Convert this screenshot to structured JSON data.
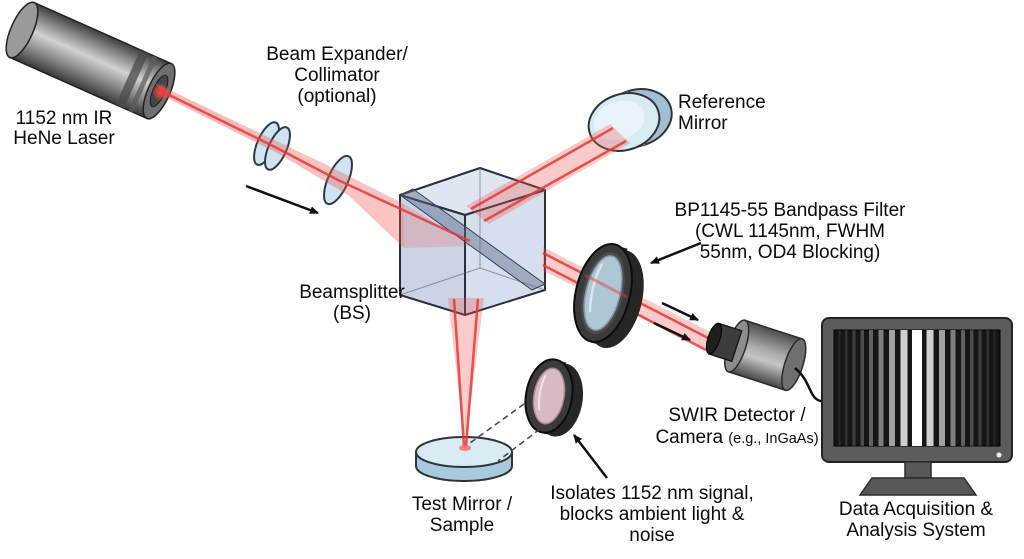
{
  "figure": {
    "type": "optical-setup-diagram",
    "background": "#ffffff",
    "colors": {
      "beam": "#e53935",
      "optic_glass": "#cfe4f0",
      "filter_glass_blue": "#bdd7e8",
      "filter_glass_pink": "#e6c6cd",
      "metal": "#8a8a8a",
      "mount_dark": "#3a3a3a"
    },
    "labels": {
      "laser": {
        "line1": "1152 nm IR",
        "line2": "HeNe Laser"
      },
      "expander": {
        "line1": "Beam Expander/",
        "line2": "Collimator",
        "line3": "(optional)"
      },
      "reference_mirror": {
        "line1": "Reference",
        "line2": "Mirror"
      },
      "bandpass": {
        "line1": "BP1145-55 Bandpass Filter",
        "line2": "(CWL 1145nm, FWHM",
        "line3": "55nm, OD4 Blocking)"
      },
      "beamsplitter": {
        "line1": "Beamsplitter",
        "line2": "(BS)"
      },
      "swir": {
        "line1": "SWIR Detector /",
        "line2a": "Camera ",
        "line2b": "(e.g., InGaAs)"
      },
      "test_mirror": {
        "line1": "Test Mirror /",
        "line2": "Sample"
      },
      "isolates": {
        "line1": "Isolates 1152 nm signal,",
        "line2": "blocks ambient light &",
        "line3": "noise"
      },
      "daq": {
        "line1": "Data Acquisition &",
        "line2": "Analysis System"
      }
    }
  }
}
